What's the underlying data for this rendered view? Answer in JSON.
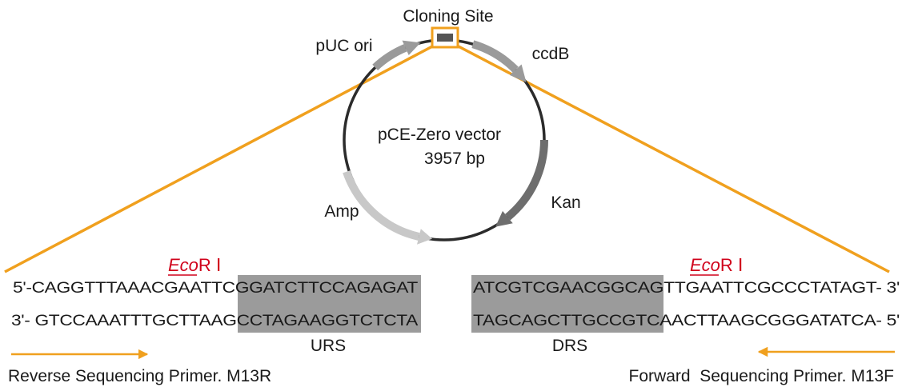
{
  "plasmid": {
    "name": "pCE-Zero vector",
    "size": "3957 bp",
    "cloning_site_label": "Cloning Site",
    "features": [
      {
        "name": "pUC ori",
        "color": "#9a9a9a"
      },
      {
        "name": "ccdB",
        "color": "#9a9a9a"
      },
      {
        "name": "Kan",
        "color": "#6e6e6e"
      },
      {
        "name": "Amp",
        "color": "#c8c8c8"
      }
    ]
  },
  "enzymes": {
    "left": {
      "italic": "Eco",
      "rest": "R Ⅰ"
    },
    "right": {
      "italic": "Eco",
      "rest": "R Ⅰ"
    }
  },
  "sequences": {
    "left_top": {
      "plain": "5'-CAGGTTTAAACGAATTC",
      "highlight": "GGATCTTCCAGAGAT"
    },
    "left_bottom": {
      "plain": "3'- GTCCAAATTTGCTTAAG",
      "highlight": "CCTAGAAGGTCTCTA"
    },
    "right_top": {
      "highlight": "ATCGTCGAACGGCAG",
      "plain": "TTGAATTCGCCCTATAGT- 3'"
    },
    "right_bottom": {
      "highlight": "TAGCAGCTTGCCGTC",
      "plain": "AACTTAAGCGGGATATCA- 5'"
    }
  },
  "regions": {
    "left": "URS",
    "right": "DRS"
  },
  "primers": {
    "reverse": "Reverse Sequencing Primer. M13R",
    "forward": "Forward  Sequencing Primer. M13F"
  },
  "colors": {
    "zoom_lines": "#f0a01e",
    "highlight_box": "#9b9b9b",
    "enzyme": "#d0021b",
    "backbone": "#2b2b2b"
  }
}
